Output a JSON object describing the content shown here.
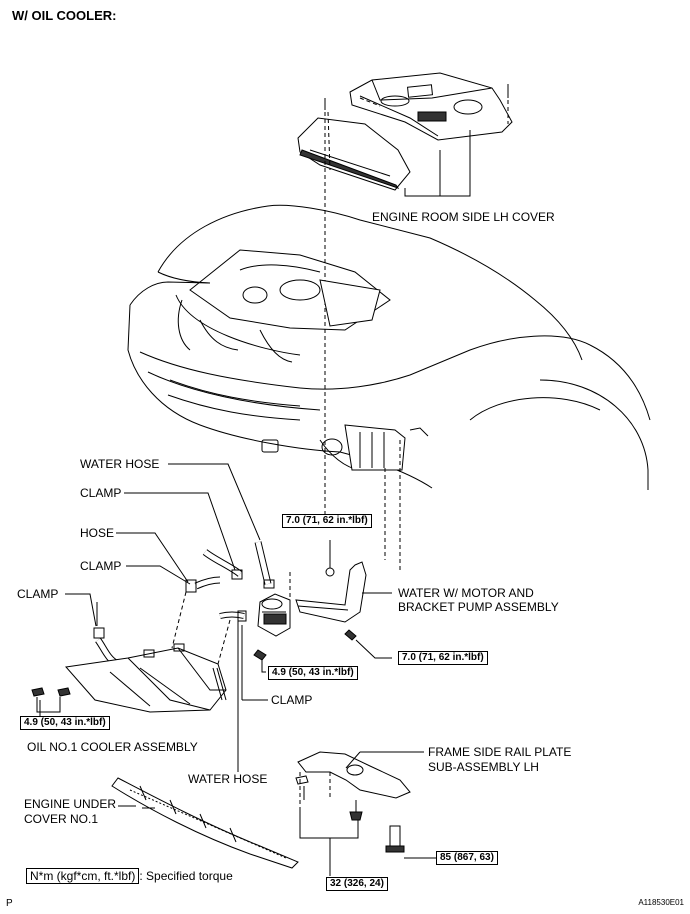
{
  "title": "W/ OIL COOLER:",
  "callouts": {
    "engine_room_side_lh_cover": "ENGINE ROOM SIDE LH COVER",
    "water_hose_top": "WATER HOSE",
    "clamp_top": "CLAMP",
    "hose": "HOSE",
    "clamp_mid": "CLAMP",
    "clamp_left": "CLAMP",
    "water_pump_line1": "WATER W/ MOTOR AND",
    "water_pump_line2": "BRACKET PUMP ASSEMBLY",
    "clamp_bottom": "CLAMP",
    "oil_cooler": "OIL NO.1 COOLER ASSEMBLY",
    "water_hose_bottom": "WATER HOSE",
    "frame_plate_line1": "FRAME SIDE RAIL PLATE",
    "frame_plate_line2": "SUB-ASSEMBLY LH",
    "under_cover_line1": "ENGINE UNDER",
    "under_cover_line2": "COVER NO.1"
  },
  "torques": {
    "t1": "7.0 (71, 62 in.*lbf)",
    "t2": "7.0 (71, 62 in.*lbf)",
    "t3": "4.9 (50, 43 in.*lbf)",
    "t4": "4.9 (50, 43 in.*lbf)",
    "t5": "85 (867, 63)",
    "t6": "32 (326, 24)"
  },
  "legend": {
    "unit": "N*m (kgf*cm, ft.*lbf)",
    "text": ": Specified torque"
  },
  "corner_left": "P",
  "figure_id": "A118530E01"
}
